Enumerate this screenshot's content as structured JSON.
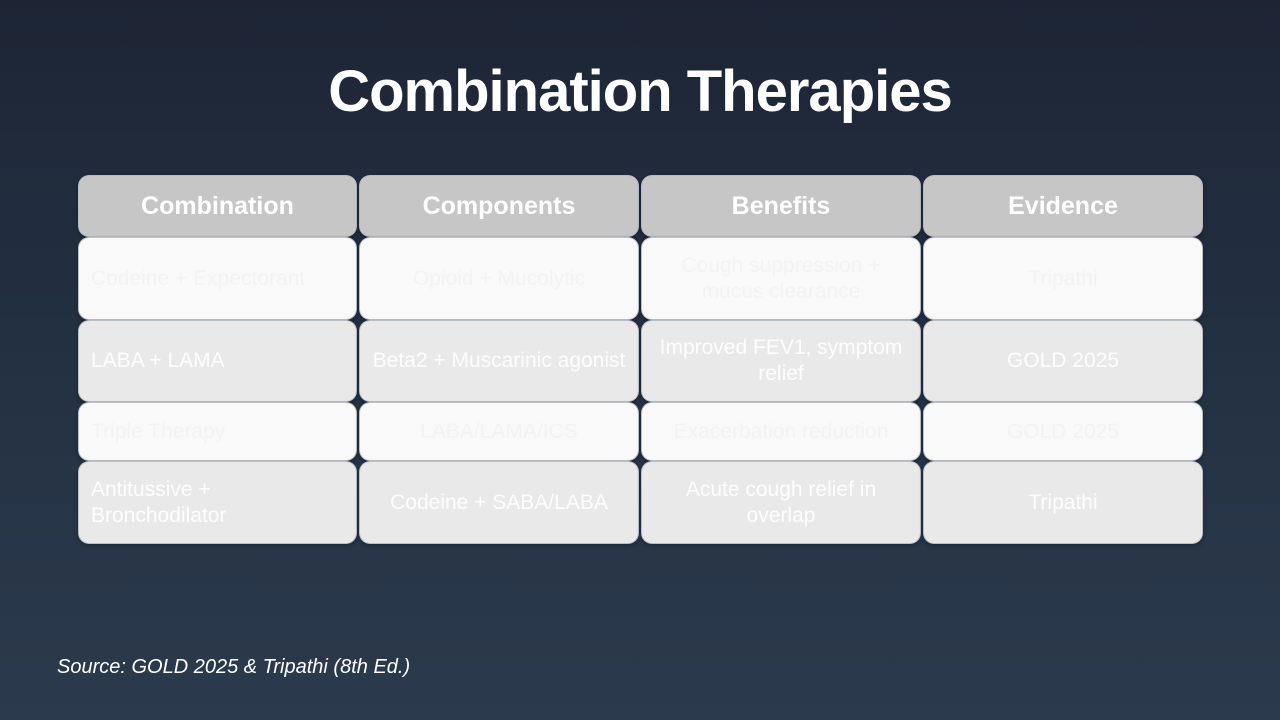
{
  "title": "Combination Therapies",
  "table": {
    "headers": [
      "Combination",
      "Components",
      "Benefits",
      "Evidence"
    ],
    "rows": [
      [
        "Codeine + Expectorant",
        "Opioid + Mucolytic",
        "Cough suppression + mucus clearance",
        "Tripathi"
      ],
      [
        "LABA + LAMA",
        "Beta2 + Muscarinic agonist",
        "Improved FEV1, symptom relief",
        "GOLD 2025"
      ],
      [
        "Triple Therapy",
        "LABA/LAMA/ICS",
        "Exacerbation reduction",
        "GOLD 2025"
      ],
      [
        "Antitussive + Bronchodilator",
        "Codeine + SABA/LABA",
        "Acute cough relief in overlap",
        "Tripathi"
      ]
    ]
  },
  "source": "Source: GOLD 2025 & Tripathi (8th Ed.)",
  "colors": {
    "header_bg": "#c6c6c6",
    "row_light_bg": "#f9f9f9",
    "row_dark_bg": "#e9e9e9",
    "background_top": "#1d2535",
    "background_bottom": "#2b3a4c"
  }
}
